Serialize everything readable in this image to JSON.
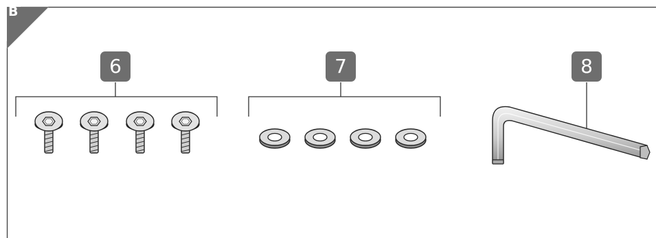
{
  "panel": {
    "label": "B"
  },
  "callouts": [
    {
      "number": "6",
      "part": "screw",
      "count": 4
    },
    {
      "number": "7",
      "part": "washer",
      "count": 4
    },
    {
      "number": "8",
      "part": "hex-key",
      "count": 1
    }
  ],
  "colors": {
    "callout": "#6e6e6e",
    "frame": "#333333",
    "part_fill": "#d7d7d7",
    "outline": "#222222"
  }
}
